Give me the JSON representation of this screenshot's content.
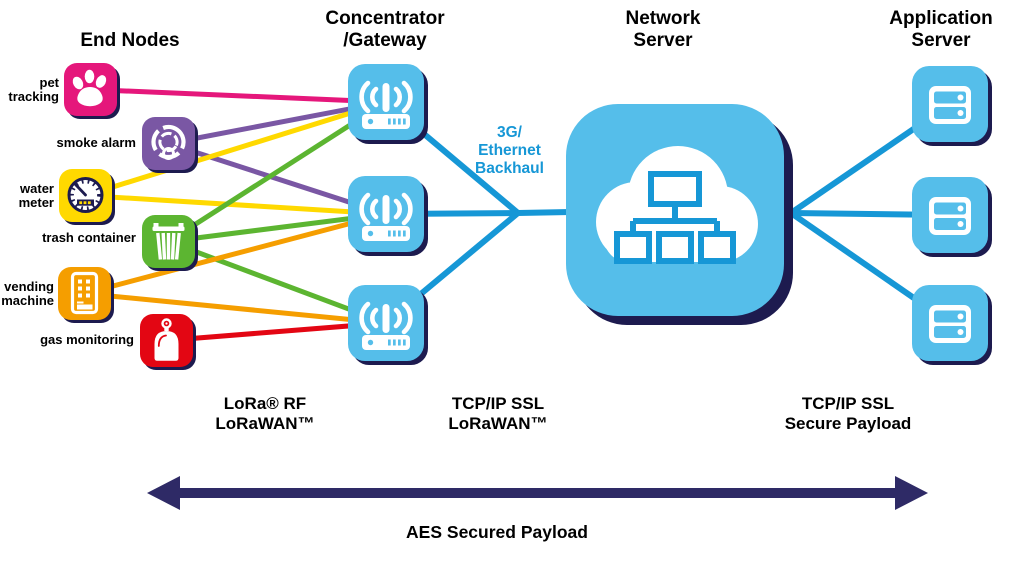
{
  "palette": {
    "pink": "#e5177b",
    "purple": "#7a57a4",
    "yellow": "#ffd900",
    "green": "#5cb531",
    "orange": "#f59e00",
    "red": "#e30613",
    "icon_blue": "#55beea",
    "line_blue": "#1697d6",
    "shadow_navy": "#1d1b4f",
    "arrow_navy": "#2e2a66",
    "text_black": "#000000",
    "white": "#ffffff"
  },
  "headers": {
    "end_nodes": "End Nodes",
    "concentrator": "Concentrator\n/Gateway",
    "network_server": "Network\nServer",
    "application_server": "Application\nServer"
  },
  "end_nodes": [
    {
      "id": "pet-tracking",
      "label": "pet\ntracking",
      "color": "pink"
    },
    {
      "id": "smoke-alarm",
      "label": "smoke alarm",
      "color": "purple"
    },
    {
      "id": "water-meter",
      "label": "water\nmeter",
      "color": "yellow"
    },
    {
      "id": "trash-container",
      "label": "trash container",
      "color": "green"
    },
    {
      "id": "vending-machine",
      "label": "vending\nmachine",
      "color": "orange"
    },
    {
      "id": "gas-monitoring",
      "label": "gas monitoring",
      "color": "red"
    }
  ],
  "labels": {
    "backhaul": "3G/\nEthernet\nBackhaul",
    "lora_rf": "LoRa® RF\nLoRaWAN™",
    "tcpip_lorawan": "TCP/IP SSL\nLoRaWAN™",
    "tcpip_secure": "TCP/IP SSL\nSecure Payload",
    "aes": "AES Secured Payload"
  },
  "connections": [
    {
      "from": "pet-tracking",
      "to": "gateway-1",
      "color": "pink",
      "w": 5
    },
    {
      "from": "smoke-alarm",
      "to": "gateway-1",
      "color": "purple",
      "w": 5
    },
    {
      "from": "smoke-alarm",
      "to": "gateway-2",
      "color": "purple",
      "w": 5
    },
    {
      "from": "water-meter",
      "to": "gateway-1",
      "color": "yellow",
      "w": 5
    },
    {
      "from": "water-meter",
      "to": "gateway-2",
      "color": "yellow",
      "w": 5
    },
    {
      "from": "trash-container",
      "to": "gateway-1",
      "color": "green",
      "w": 5
    },
    {
      "from": "trash-container",
      "to": "gateway-2",
      "color": "green",
      "w": 5
    },
    {
      "from": "trash-container",
      "to": "gateway-3",
      "color": "green",
      "w": 5
    },
    {
      "from": "vending-machine",
      "to": "gateway-2",
      "color": "orange",
      "w": 5
    },
    {
      "from": "vending-machine",
      "to": "gateway-3",
      "color": "orange",
      "w": 5
    },
    {
      "from": "gas-monitoring",
      "to": "gateway-3",
      "color": "red",
      "w": 5
    },
    {
      "from": "gateway-1",
      "to": "hub-left",
      "color": "line_blue",
      "w": 6
    },
    {
      "from": "gateway-2",
      "to": "hub-left",
      "color": "line_blue",
      "w": 6
    },
    {
      "from": "gateway-3",
      "to": "hub-left",
      "color": "line_blue",
      "w": 6
    },
    {
      "from": "hub-left",
      "to": "network-server",
      "color": "line_blue",
      "w": 6
    },
    {
      "from": "hub-right",
      "to": "app-server-1",
      "color": "line_blue",
      "w": 6
    },
    {
      "from": "hub-right",
      "to": "app-server-2",
      "color": "line_blue",
      "w": 6
    },
    {
      "from": "hub-right",
      "to": "app-server-3",
      "color": "line_blue",
      "w": 6
    }
  ]
}
